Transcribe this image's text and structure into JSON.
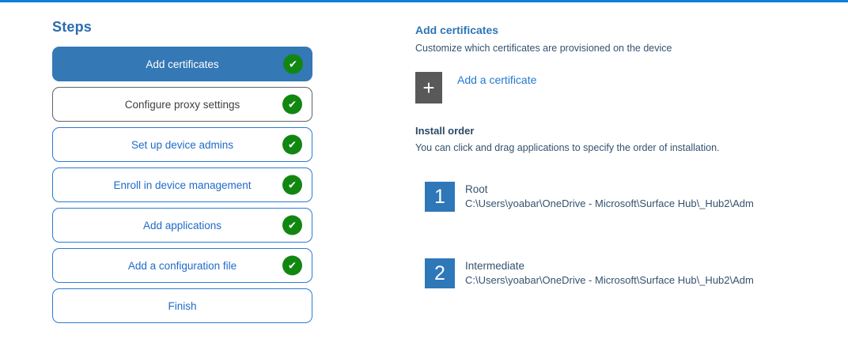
{
  "colors": {
    "accent_bar": "#0f81d7",
    "selected_step_bg": "#3478b5",
    "step_border_blue": "#2b7bd4",
    "step_border_gray": "#5f6368",
    "check_green": "#118711",
    "order_tile_blue": "#2e77b8",
    "add_tile_gray": "#595959",
    "heading_blue": "#2e75b6",
    "body_navy": "#34526f"
  },
  "sidebar": {
    "heading": "Steps",
    "steps": [
      {
        "label": "Add certificates",
        "state": "selected",
        "completed": true
      },
      {
        "label": "Configure proxy settings",
        "state": "visited",
        "completed": true
      },
      {
        "label": "Set up device admins",
        "state": "normal",
        "completed": true
      },
      {
        "label": "Enroll in device management",
        "state": "normal",
        "completed": true
      },
      {
        "label": "Add applications",
        "state": "normal",
        "completed": true
      },
      {
        "label": "Add a configuration file",
        "state": "normal",
        "completed": true
      },
      {
        "label": "Finish",
        "state": "normal",
        "completed": false
      }
    ],
    "check_glyph": "✔"
  },
  "main": {
    "heading": "Add certificates",
    "description": "Customize which certificates are provisioned on the device",
    "add_certificate": {
      "icon_glyph": "+",
      "label": "Add a certificate"
    },
    "install_order": {
      "heading": "Install order",
      "description": "You can click and drag applications to specify the order of installation.",
      "items": [
        {
          "order": "1",
          "name": "Root",
          "path": "C:\\Users\\yoabar\\OneDrive - Microsoft\\Surface Hub\\_Hub2\\Adm"
        },
        {
          "order": "2",
          "name": "Intermediate",
          "path": "C:\\Users\\yoabar\\OneDrive - Microsoft\\Surface Hub\\_Hub2\\Adm"
        }
      ]
    }
  }
}
